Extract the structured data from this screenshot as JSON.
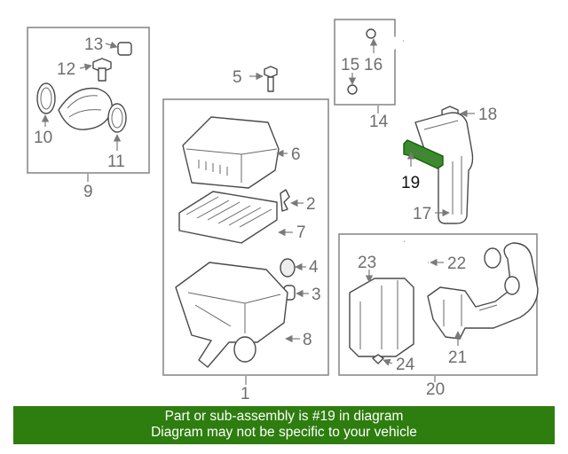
{
  "callouts": {
    "c1": "1",
    "c2": "2",
    "c3": "3",
    "c4": "4",
    "c5": "5",
    "c6": "6",
    "c7": "7",
    "c8": "8",
    "c9": "9",
    "c10": "10",
    "c11": "11",
    "c12": "12",
    "c13": "13",
    "c14": "14",
    "c15": "15",
    "c16": "16",
    "c17": "17",
    "c18": "18",
    "c19": "19",
    "c20": "20",
    "c21": "21",
    "c22": "22",
    "c23": "23",
    "c24": "24"
  },
  "highlight": {
    "part_number": "19",
    "color": "#3a8c2a"
  },
  "banner": {
    "line1": "Part or sub-assembly is #19 in diagram",
    "line2": "Diagram may not be specific to your vehicle",
    "color": "#2e7d0f"
  }
}
